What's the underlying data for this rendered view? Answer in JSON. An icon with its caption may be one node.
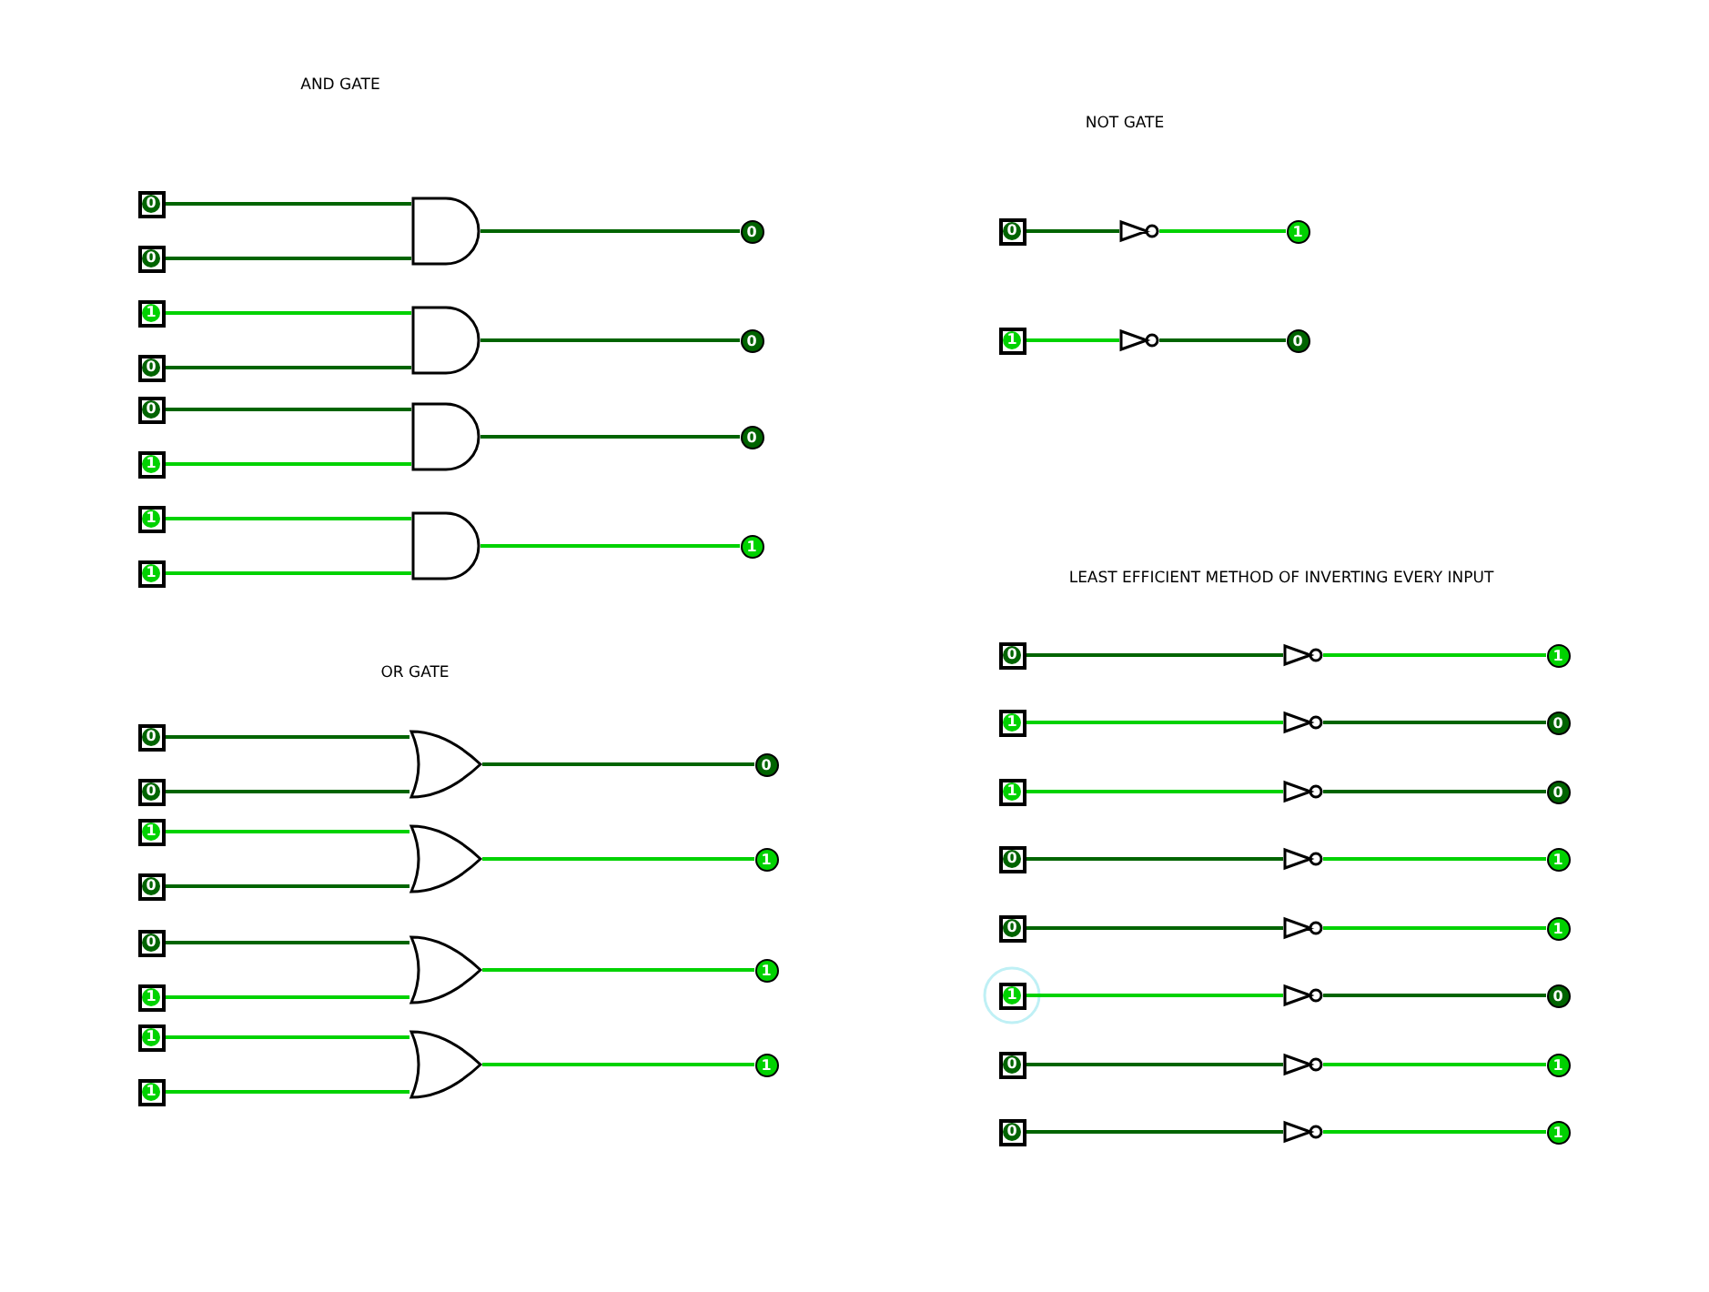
{
  "diagram": {
    "nodes": [
      {
        "text": [
          "0"
        ]
      },
      {
        "text": [
          "0"
        ]
      },
      {
        "text": [],
        "shape": "and"
      },
      {
        "text": [
          "0"
        ]
      },
      {
        "text": [
          "1"
        ]
      },
      {
        "text": [
          "0"
        ]
      },
      {
        "text": [],
        "shape": "and"
      },
      {
        "text": [
          "0"
        ]
      },
      {
        "text": [
          "0"
        ]
      },
      {
        "text": [
          "1"
        ]
      },
      {
        "text": [],
        "shape": "and"
      },
      {
        "text": [
          "0"
        ]
      },
      {
        "text": [
          "1"
        ]
      },
      {
        "text": [
          "1"
        ]
      },
      {
        "text": [],
        "shape": "and"
      },
      {
        "text": [
          "1"
        ]
      },
      {
        "text": [
          "0"
        ]
      },
      {
        "text": [],
        "shape": "not"
      },
      {
        "text": [
          "1"
        ]
      },
      {
        "text": [
          "1"
        ]
      },
      {
        "text": [],
        "shape": "not"
      },
      {
        "text": [
          "0"
        ]
      },
      {
        "text": [
          "0"
        ]
      },
      {
        "text": [
          "0"
        ]
      },
      {
        "text": [],
        "shape": "or"
      },
      {
        "text": [
          "0"
        ]
      },
      {
        "text": [
          "1"
        ]
      },
      {
        "text": [
          "0"
        ]
      },
      {
        "text": [],
        "shape": "or"
      },
      {
        "text": [
          "1"
        ]
      },
      {
        "text": [
          "0"
        ]
      },
      {
        "text": [
          "1"
        ]
      },
      {
        "text": [],
        "shape": "or"
      },
      {
        "text": [
          "1"
        ]
      },
      {
        "text": [
          "1"
        ]
      },
      {
        "text": [
          "1"
        ]
      },
      {
        "text": [],
        "shape": "or"
      },
      {
        "text": [
          "1"
        ]
      },
      {
        "text": [
          "0"
        ]
      },
      {
        "text": [],
        "shape": "not"
      },
      {
        "text": [
          "1"
        ]
      },
      {
        "text": [
          "1"
        ]
      },
      {
        "text": [],
        "shape": "not"
      },
      {
        "text": [
          "0"
        ]
      },
      {
        "text": [
          "1"
        ]
      },
      {
        "text": [],
        "shape": "not"
      },
      {
        "text": [
          "0"
        ]
      },
      {
        "text": [
          "0"
        ]
      },
      {
        "text": [],
        "shape": "not"
      },
      {
        "text": [
          "1"
        ]
      },
      {
        "text": [
          "0"
        ]
      },
      {
        "text": [],
        "shape": "not"
      },
      {
        "text": [
          "1"
        ]
      },
      {
        "text": [
          "1"
        ]
      },
      {
        "text": [],
        "shape": "not"
      },
      {
        "text": [
          "0"
        ]
      },
      {
        "text": [
          "0"
        ]
      },
      {
        "text": [],
        "shape": "not"
      },
      {
        "text": [
          "1"
        ]
      },
      {
        "text": [
          "0"
        ]
      },
      {
        "text": [],
        "shape": "not"
      },
      {
        "text": [
          "1"
        ]
      }
    ],
    "edges": [
      {
        "from": 0,
        "to": 2,
        "arrow": "none"
      },
      {
        "from": 1,
        "to": 2,
        "arrow": "none"
      },
      {
        "from": 2,
        "to": 3,
        "arrow": "none"
      },
      {
        "from": 4,
        "to": 6,
        "arrow": "none",
        "color": "#00d200"
      },
      {
        "from": 5,
        "to": 6,
        "arrow": "none"
      },
      {
        "from": 6,
        "to": 7,
        "arrow": "none"
      },
      {
        "from": 8,
        "to": 10,
        "arrow": "none"
      },
      {
        "from": 9,
        "to": 10,
        "arrow": "none",
        "color": "#00d200"
      },
      {
        "from": 10,
        "to": 11,
        "arrow": "none"
      },
      {
        "from": 12,
        "to": 14,
        "arrow": "none",
        "color": "#00d200"
      },
      {
        "from": 13,
        "to": 14,
        "arrow": "none",
        "color": "#00d200"
      },
      {
        "from": 14,
        "to": 15,
        "arrow": "none",
        "color": "#00d200"
      },
      {
        "from": 16,
        "to": 17,
        "arrow": "none"
      },
      {
        "from": 17,
        "to": 18,
        "arrow": "none",
        "color": "#00d200"
      },
      {
        "from": 19,
        "to": 20,
        "arrow": "none",
        "color": "#00d200"
      },
      {
        "from": 20,
        "to": 21,
        "arrow": "none"
      },
      {
        "from": 22,
        "to": 24,
        "arrow": "none"
      },
      {
        "from": 23,
        "to": 24,
        "arrow": "none"
      },
      {
        "from": 24,
        "to": 25,
        "arrow": "none"
      },
      {
        "from": 26,
        "to": 28,
        "arrow": "none",
        "color": "#00d200"
      },
      {
        "from": 27,
        "to": 28,
        "arrow": "none"
      },
      {
        "from": 28,
        "to": 29,
        "arrow": "none",
        "color": "#00d200"
      },
      {
        "from": 30,
        "to": 32,
        "arrow": "none"
      },
      {
        "from": 31,
        "to": 32,
        "arrow": "none",
        "color": "#00d200"
      },
      {
        "from": 32,
        "to": 33,
        "arrow": "none",
        "color": "#00d200"
      },
      {
        "from": 34,
        "to": 36,
        "arrow": "none",
        "color": "#00d200"
      },
      {
        "from": 35,
        "to": 36,
        "arrow": "none",
        "color": "#00d200"
      },
      {
        "from": 36,
        "to": 37,
        "arrow": "none",
        "color": "#00d200"
      },
      {
        "from": 38,
        "to": 39,
        "arrow": "none"
      },
      {
        "from": 39,
        "to": 40,
        "arrow": "none",
        "color": "#00d200"
      },
      {
        "from": 41,
        "to": 42,
        "arrow": "none",
        "color": "#00d200"
      },
      {
        "from": 42,
        "to": 43,
        "arrow": "none"
      },
      {
        "from": 44,
        "to": 45,
        "arrow": "none",
        "color": "#00d200"
      },
      {
        "from": 45,
        "to": 46,
        "arrow": "none"
      },
      {
        "from": 47,
        "to": 48,
        "arrow": "none"
      },
      {
        "from": 48,
        "to": 49,
        "arrow": "none",
        "color": "#00d200"
      },
      {
        "from": 50,
        "to": 51,
        "arrow": "none"
      },
      {
        "from": 51,
        "to": 52,
        "arrow": "none",
        "color": "#00d200"
      },
      {
        "from": 53,
        "to": 54,
        "arrow": "none",
        "color": "#00d200"
      },
      {
        "from": 54,
        "to": 55,
        "arrow": "none"
      },
      {
        "from": 56,
        "to": 57,
        "arrow": "none"
      },
      {
        "from": 57,
        "to": 58,
        "arrow": "none",
        "color": "#00d200"
      },
      {
        "from": 59,
        "to": 60,
        "arrow": "none"
      },
      {
        "from": 60,
        "to": 61,
        "arrow": "none",
        "color": "#00d200"
      }
    ],
    "labels": [
      "AND GATE",
      "NOT GATE",
      "OR GATE",
      "LEAST EFFICIENT METHOD OF INVERTING EVERY INPUT"
    ]
  }
}
